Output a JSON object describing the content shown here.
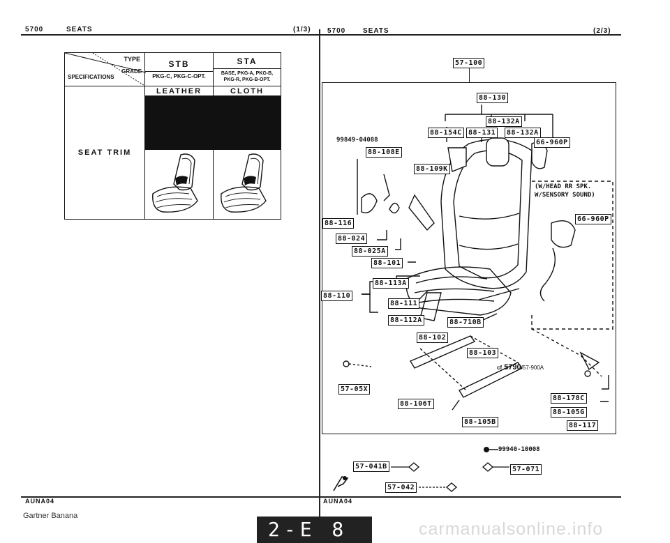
{
  "left_header": {
    "code": "5700",
    "title": "SEATS",
    "page": "(1/3)"
  },
  "right_header": {
    "code": "5700",
    "title": "SEATS",
    "page": "(2/3)"
  },
  "spec_table": {
    "type_label": "TYPE",
    "grade_label": "GRADE",
    "specifications_label": "SPECIFICATIONS",
    "col1_head": "STB",
    "col2_head": "STA",
    "col1_sub": "PKG-C, PKG-C-OPT.",
    "col2_sub": "BASE, PKG-A, PKG-B, PKG-R, PKG-B-OPT.",
    "material1": "LEATHER",
    "material2": "CLOTH",
    "row_label": "SEAT TRIM"
  },
  "diagram": {
    "top_ref": "57-100",
    "bolt_ref": "99849-04088",
    "speaker_note_line1": "(W/HEAD RR SPK.",
    "speaker_note_line2": "W/SENSORY SOUND)",
    "ref_5790": "5790",
    "ref_5790_suffix": "/57-900A",
    "cf_prefix": "cf",
    "screw_ref": "99940-10008",
    "parts": [
      "88-130",
      "88-132A",
      "88-154C",
      "88-131",
      "88-132A",
      "66-960P",
      "88-108E",
      "88-109K",
      "66-960P",
      "88-116",
      "88-024",
      "88-025A",
      "88-101",
      "88-113A",
      "88-110",
      "88-111",
      "88-112A",
      "88-710B",
      "88-102",
      "88-103",
      "57-05X",
      "88-106T",
      "88-105B",
      "88-178C",
      "88-105G",
      "88-117",
      "57-041B",
      "57-042",
      "57-071"
    ]
  },
  "footer": {
    "left_code": "AUNA04",
    "right_code": "AUNA04",
    "credit": "Gartner Banana",
    "page_no": "2-E 8"
  },
  "watermark": "carmanualsonline.info"
}
